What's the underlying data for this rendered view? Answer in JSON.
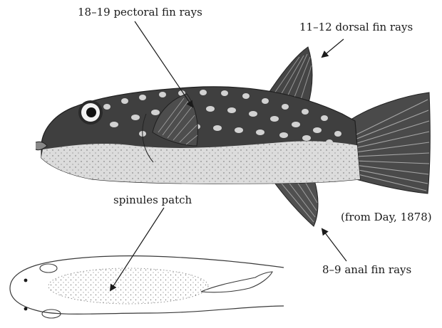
{
  "labels": {
    "pectoral": "18–19 pectoral fin rays",
    "dorsal": "11–12 dorsal fin rays",
    "spinules": "spinules patch",
    "credit": "(from Day, 1878)",
    "anal": "8–9 anal fin rays"
  },
  "colors": {
    "body_dark": "#3f3f3f",
    "belly": "#dcdcdc",
    "spot": "#cfcfcf",
    "line": "#1a1a1a"
  }
}
